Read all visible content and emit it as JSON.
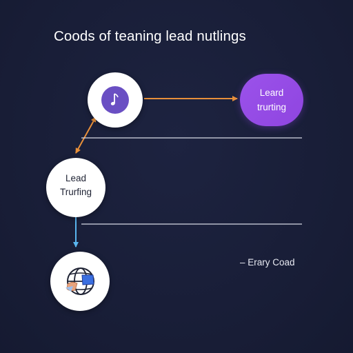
{
  "title": "Coods of teaning lead nutlings",
  "nodes": {
    "music": {
      "icon": "music-note-icon"
    },
    "lead_turfing": {
      "line1": "Lead",
      "line2": "Trurfing"
    },
    "globe": {
      "icon": "globe-icon"
    }
  },
  "pill": {
    "line1": "Leard",
    "line2": "trurting"
  },
  "side_label": "– Erary Coad",
  "colors": {
    "background": "#1a1f3a",
    "orange_connector": "#e8903a",
    "blue_connector": "#5ab6f0",
    "purple_accent": "#9b52ea",
    "divider": "#d8dbe6"
  }
}
